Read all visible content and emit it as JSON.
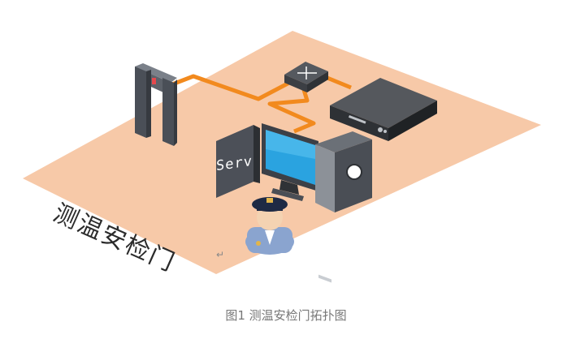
{
  "diagram": {
    "area_label": "测温安检门",
    "server_label": "Serv",
    "caption": "图1 测温安检门拓扑图",
    "nodes": [
      {
        "id": "gate",
        "icon": "temperature-security-gate-icon"
      },
      {
        "id": "switch",
        "icon": "network-switch-icon"
      },
      {
        "id": "nvr",
        "icon": "recorder-icon"
      },
      {
        "id": "server",
        "icon": "server-icon"
      },
      {
        "id": "monitor",
        "icon": "monitor-icon"
      },
      {
        "id": "pc",
        "icon": "computer-tower-icon"
      },
      {
        "id": "guard",
        "icon": "security-guard-icon"
      }
    ],
    "colors": {
      "floor": "#f7c9a8",
      "cable": "#f28a1e",
      "gate": "#4a4f57",
      "device_dark": "#3f4247",
      "screen": "#2aa3e0"
    }
  }
}
